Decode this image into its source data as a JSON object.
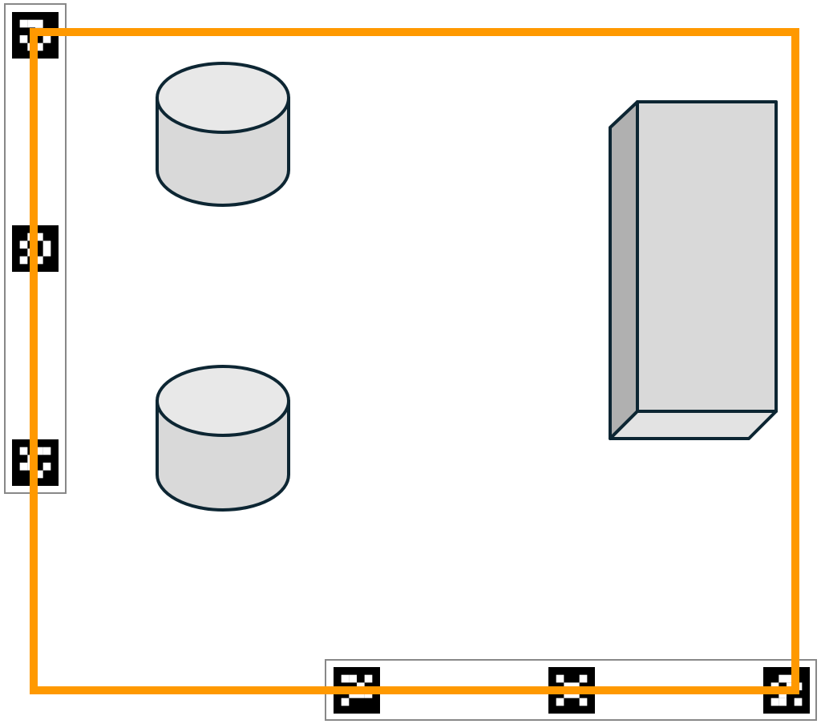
{
  "colors": {
    "background": "#ffffff",
    "workspace_boundary": "#ff9900",
    "marker_strip_frame": "#888888",
    "object_outline": "#0d2633",
    "cylinder_top": "#e8e8e8",
    "cylinder_body": "#d9d9d9",
    "box_front": "#d9d9d9",
    "box_side": "#b0b0b0",
    "box_bottom": "#e3e3e3",
    "marker_black": "#000000",
    "marker_white": "#ffffff"
  },
  "scene": {
    "workspace_boundary": {
      "shape": "rectangle",
      "color": "orange"
    },
    "marker_strips": [
      {
        "id": "left",
        "orientation": "vertical",
        "marker_count": 3
      },
      {
        "id": "bottom",
        "orientation": "horizontal",
        "marker_count": 3
      }
    ],
    "objects": [
      {
        "id": "cylinder-top",
        "type": "cylinder"
      },
      {
        "id": "cylinder-bottom",
        "type": "cylinder"
      },
      {
        "id": "box-tall",
        "type": "rectangular-box"
      }
    ]
  }
}
